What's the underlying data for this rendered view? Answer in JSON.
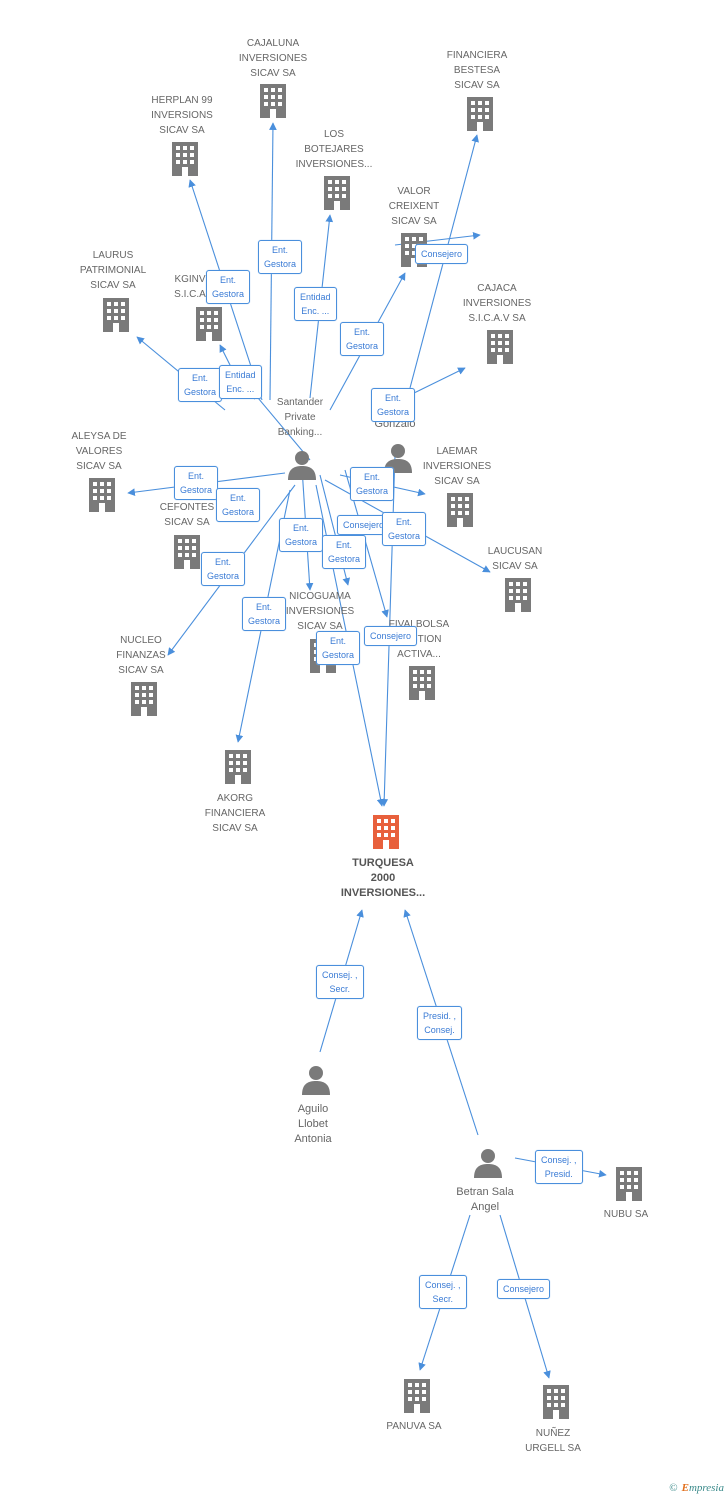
{
  "colors": {
    "edge": "#4a8fdc",
    "node": "#7a7a7a",
    "main": "#e8603c",
    "label_text": "#666666"
  },
  "nodes": [
    {
      "id": "cajaluna",
      "kind": "company",
      "label": "CAJALUNA\nINVERSIONES\nSICAV SA"
    },
    {
      "id": "financiera_bestesa",
      "kind": "company",
      "label": "FINANCIERA\nBESTESA\nSICAV SA"
    },
    {
      "id": "herplan",
      "kind": "company",
      "label": "HERPLAN 99\nINVERSIONS\nSICAV SA"
    },
    {
      "id": "botejares",
      "kind": "company",
      "label": "LOS\nBOTEJARES\nINVERSIONES..."
    },
    {
      "id": "valor_creixent",
      "kind": "company",
      "label": "VALOR\nCREIXENT\nSICAV SA"
    },
    {
      "id": "laurus",
      "kind": "company",
      "label": "LAURUS\nPATRIMONIAL\nSICAV SA"
    },
    {
      "id": "kginv",
      "kind": "company",
      "label": "KGINV\nS.I.C.A"
    },
    {
      "id": "cajaca",
      "kind": "company",
      "label": "CAJACA\nINVERSIONES\nS.I.C.A.V SA"
    },
    {
      "id": "santander",
      "kind": "company",
      "label": "Santander\nPrivate\nBanking..."
    },
    {
      "id": "gonzalo",
      "kind": "person",
      "label": "Gonzalo"
    },
    {
      "id": "aleysa",
      "kind": "company",
      "label": "ALEYSA DE\nVALORES\nSICAV SA"
    },
    {
      "id": "laemar",
      "kind": "company",
      "label": "LAEMAR\nINVERSIONES\nSICAV SA"
    },
    {
      "id": "cefontes",
      "kind": "company",
      "label": "CEFONTES\nSICAV SA"
    },
    {
      "id": "laucusan",
      "kind": "company",
      "label": "LAUCUSAN\nSICAV SA"
    },
    {
      "id": "nicoguama",
      "kind": "company",
      "label": "NICOGUAMA\nINVERSIONES\nSICAV SA"
    },
    {
      "id": "fivalbolsa",
      "kind": "company",
      "label": "FIVALBOLSA\nGESTION\nACTIVA..."
    },
    {
      "id": "nucleo",
      "kind": "company",
      "label": "NUCLEO\nFINANZAS\nSICAV SA"
    },
    {
      "id": "akorg",
      "kind": "company",
      "label": "AKORG\nFINANCIERA\nSICAV SA"
    },
    {
      "id": "turquesa",
      "kind": "main",
      "label": "TURQUESA\n2000\nINVERSIONES..."
    },
    {
      "id": "aguilo",
      "kind": "person",
      "label": "Aguilo\nLlobet\nAntonia"
    },
    {
      "id": "betran",
      "kind": "person",
      "label": "Betran Sala\nAngel"
    },
    {
      "id": "nubu",
      "kind": "company",
      "label": "NUBU SA"
    },
    {
      "id": "panuva",
      "kind": "company",
      "label": "PANUVA SA"
    },
    {
      "id": "nunez",
      "kind": "company",
      "label": "NUÑEZ\nURGELL SA"
    },
    {
      "id": "hub",
      "kind": "person",
      "label": ""
    }
  ],
  "edge_labels": [
    "Ent.\nGestora",
    "Ent.\nGestora",
    "Entidad\nEnc. ...",
    "Consejero",
    "Ent.\nGestora",
    "Ent.\nGestora",
    "Entidad\nEnc. ...",
    "Ent.\nGestora",
    "Ent.\nGestora",
    "Ent.\nGestora",
    "Ent.\nGestora",
    "Consejero",
    "Ent.\nGestora",
    "Ent.\nGestora",
    "Ent.\nGestora",
    "Ent.\nGestora",
    "Ent.\nGestora",
    "Consejero",
    "Ent.\nGestora",
    "Consej. ,\nSecr.",
    "Presid. ,\nConsej.",
    "Consej. ,\nPresid.",
    "Consej. ,\nSecr.",
    "Consejero"
  ],
  "footer": {
    "copyright": "©",
    "brand_initial": "E",
    "brand_rest": "mpresia"
  }
}
